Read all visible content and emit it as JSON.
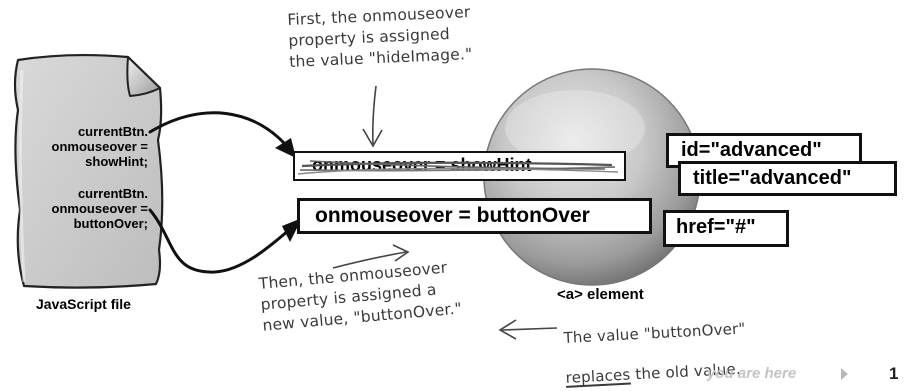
{
  "file": {
    "code_line_1": "currentBtn.\nonmouseover =\nshowHint;",
    "code_line_2": "currentBtn.\nonmouseover =\nbuttonOver;",
    "caption": "JavaScript file"
  },
  "element": {
    "caption": "<a> element",
    "old_property": "onmouseover = showHint",
    "new_property": "onmouseover = buttonOver",
    "attributes": {
      "id": "id=\"advanced\"",
      "title": "title=\"advanced\"",
      "href": "href=\"#\""
    }
  },
  "annotations": {
    "first": "First, the onmouseover\nproperty is assigned\nthe value \"hideImage.\"",
    "then": "Then, the onmouseover\nproperty is assigned a\nnew value, \"buttonOver.\"",
    "replace_pre": "The value \"buttonOver\"",
    "replace_word": "replaces",
    "replace_post": " the old value."
  },
  "footer": {
    "text": "you are here",
    "page": "1"
  }
}
